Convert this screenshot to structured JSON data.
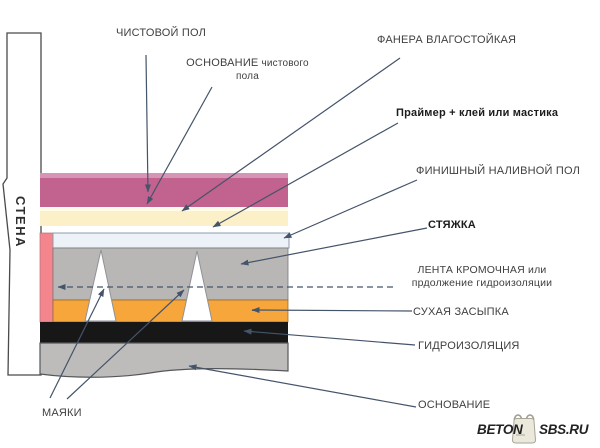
{
  "colors": {
    "line": "#44546a",
    "background": "#ffffff"
  },
  "layers": {
    "finished_floor": {
      "color": "#c2628f",
      "color_light": "#d795b5"
    },
    "plywood_cream": {
      "color": "#fbf0c8",
      "color_light": "#fffbe9"
    },
    "self_leveling": {
      "color": "#edf1f8",
      "border": "#8e9cb0"
    },
    "screed": {
      "color": "#b8b7b5"
    },
    "dry_fill": {
      "color": "#f7a63c"
    },
    "waterproofing": {
      "color": "#171717"
    },
    "base": {
      "color": "#bdbcba"
    },
    "edge_tape": {
      "color": "#f4858d"
    },
    "wall_fill": {
      "color": "#ffffff"
    },
    "beacon_fill": {
      "color": "#ffffff"
    }
  },
  "callouts": {
    "finished_floor": "ЧИСТОВОЙ ПОЛ",
    "finished_floor_base_caps": "ОСНОВАНИЕ",
    "finished_floor_base_rest": " чистового пола",
    "plywood": "ФАНЕРА ВЛАГОСТОЙКАЯ",
    "primer": "Праймер + клей или мастика",
    "self_leveling": "ФИНИШНЫЙ НАЛИВНОЙ ПОЛ",
    "screed": "СТЯЖКА",
    "edge_tape_line1": "ЛЕНТА КРОМОЧНАЯ или",
    "edge_tape_line2": "прдолжение гидроизоляции",
    "dry_fill": "СУХАЯ ЗАСЫПКА",
    "waterproofing": "ГИДРОИЗОЛЯЦИЯ",
    "base": "ОСНОВАНИЕ",
    "beacons": "МАЯКИ",
    "wall": "СТЕНА"
  },
  "logo": {
    "part1": "BETON",
    "part2": "SBS.RU"
  }
}
